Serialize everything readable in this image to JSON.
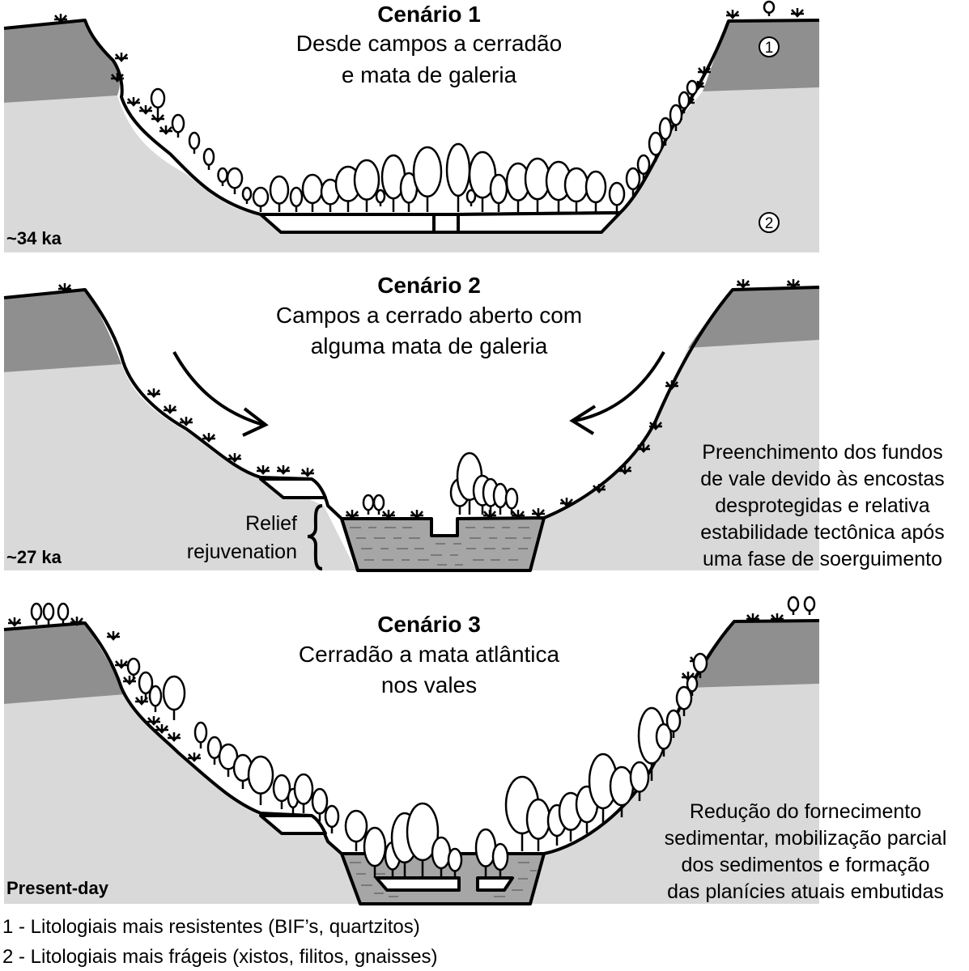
{
  "scenarios": [
    {
      "title": "Cenário 1",
      "subtitle_line1": "Desde campos a cerradão",
      "subtitle_line2": "e mata de galeria",
      "age": "~34 ka",
      "marker_1": "1",
      "marker_2": "2"
    },
    {
      "title": "Cenário 2",
      "subtitle_line1": "Campos a cerrado aberto com",
      "subtitle_line2": "alguma mata de galeria",
      "age": "~27 ka",
      "relief_line1": "Relief",
      "relief_line2": "rejuvenation",
      "note_lines": [
        "Preenchimento dos fundos",
        "de vale devido às encostas",
        "desprotegidas e relativa",
        "estabilidade tectônica após",
        "uma fase de soerguimento"
      ]
    },
    {
      "title": "Cenário 3",
      "subtitle_line1": "Cerradão a mata atlântica",
      "subtitle_line2": "nos vales",
      "age": "Present-day",
      "note_lines": [
        "Redução do fornecimento",
        "sedimentar, mobilização parcial",
        "dos sedimentos e formação",
        "das planícies atuais embutidas"
      ]
    }
  ],
  "legend": [
    "1 - Litologiais mais resistentes (BIF’s, quartzitos)",
    "2 - Litologiais mais frágeis (xistos, filitos, gnaisses)"
  ],
  "colors": {
    "dark_rock": "#8f8f8f",
    "light_rock": "#d9d9d9",
    "sediment": "#a6a6a6",
    "outline": "#000000"
  }
}
